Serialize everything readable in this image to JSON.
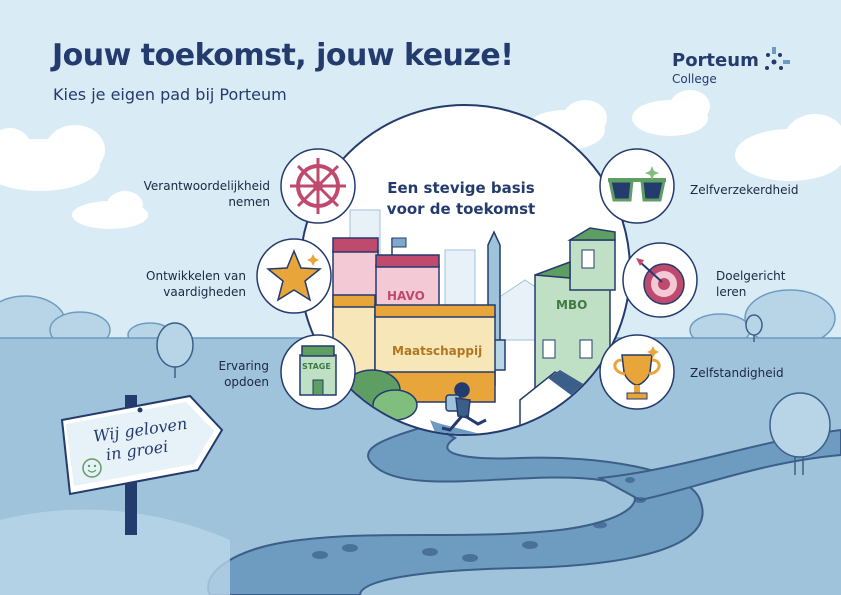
{
  "header": {
    "title": "Jouw toekomst, jouw keuze!",
    "subtitle": "Kies je eigen pad bij Porteum"
  },
  "logo": {
    "name": "Porteum",
    "sub": "College",
    "icon": "sparkle-icon"
  },
  "center": {
    "heading_line1": "Een stevige basis",
    "heading_line2": "voor de toekomst",
    "buildings": {
      "havo": "HAVO",
      "maatschappij": "Maatschappij",
      "mbo": "MBO",
      "stage": "STAGE"
    }
  },
  "skills_left": [
    {
      "line1": "Verantwoordelijkheid",
      "line2": "nemen",
      "icon": "ship-wheel-icon"
    },
    {
      "line1": "Ontwikkelen van",
      "line2": "vaardigheden",
      "icon": "star-icon"
    },
    {
      "line1": "Ervaring",
      "line2": "opdoen",
      "icon": "stage-building-icon"
    }
  ],
  "skills_right": [
    {
      "line1": "Zelfverzekerdheid",
      "line2": "",
      "icon": "sunglasses-icon"
    },
    {
      "line1": "Doelgericht",
      "line2": "leren",
      "icon": "target-icon"
    },
    {
      "line1": "Zelfstandigheid",
      "line2": "",
      "icon": "trophy-icon"
    }
  ],
  "signpost": {
    "line1": "Wij geloven",
    "line2": "in groei",
    "icon": "smiley-icon"
  },
  "colors": {
    "navy": "#243b6e",
    "sky": "#d9ebf5",
    "ground": "#9fc3da",
    "path": "#6e9cc0",
    "pink": "#e0608a",
    "orange": "#e8a53a",
    "green": "#5f9e63"
  }
}
